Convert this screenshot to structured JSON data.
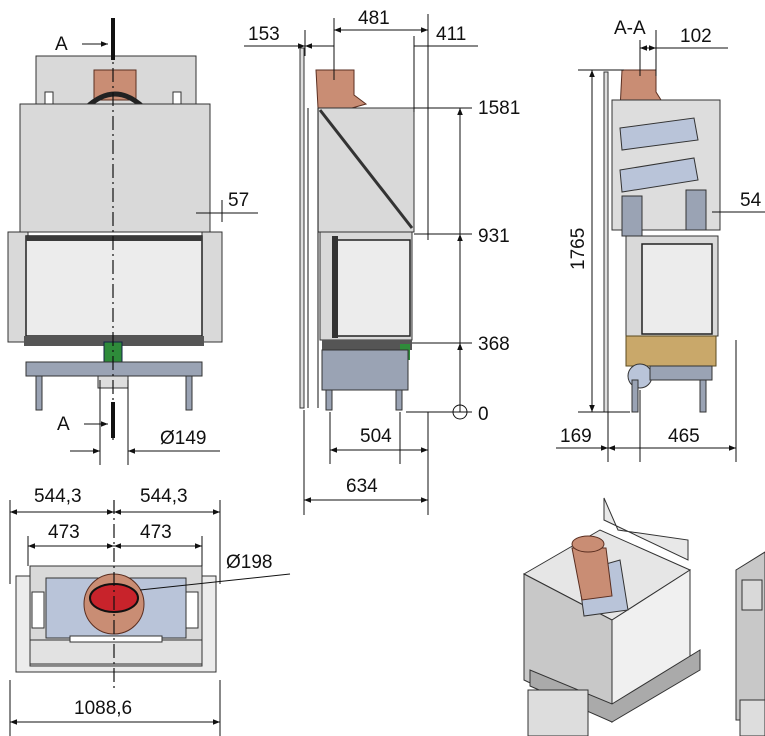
{
  "front_view": {
    "section_marker": "A",
    "dim_side": "57",
    "dim_diameter": "Ø149"
  },
  "side_view": {
    "dim_left": "153",
    "dim_top": "481",
    "dim_right": "411",
    "level_top": "1581",
    "level_mid": "931",
    "level_low": "368",
    "level_zero": "0",
    "dim_bottom_inner": "504",
    "dim_bottom_outer": "634"
  },
  "section_view": {
    "label": "A-A",
    "dim_top": "102",
    "dim_height": "1765",
    "dim_side": "54",
    "dim_bottom_left": "169",
    "dim_bottom_right": "465"
  },
  "plan_view": {
    "dim_half_outer_left": "544,3",
    "dim_half_outer_right": "544,3",
    "dim_half_inner_left": "473",
    "dim_half_inner_right": "473",
    "dim_diameter": "Ø198",
    "dim_total": "1088,6"
  },
  "colors": {
    "flue_pipe": "#c98d74",
    "green_valve": "#2e8b3a",
    "firebox_base": "#c9a86a",
    "glass": "#ececec",
    "steel_blue": "#9aa3b4"
  }
}
